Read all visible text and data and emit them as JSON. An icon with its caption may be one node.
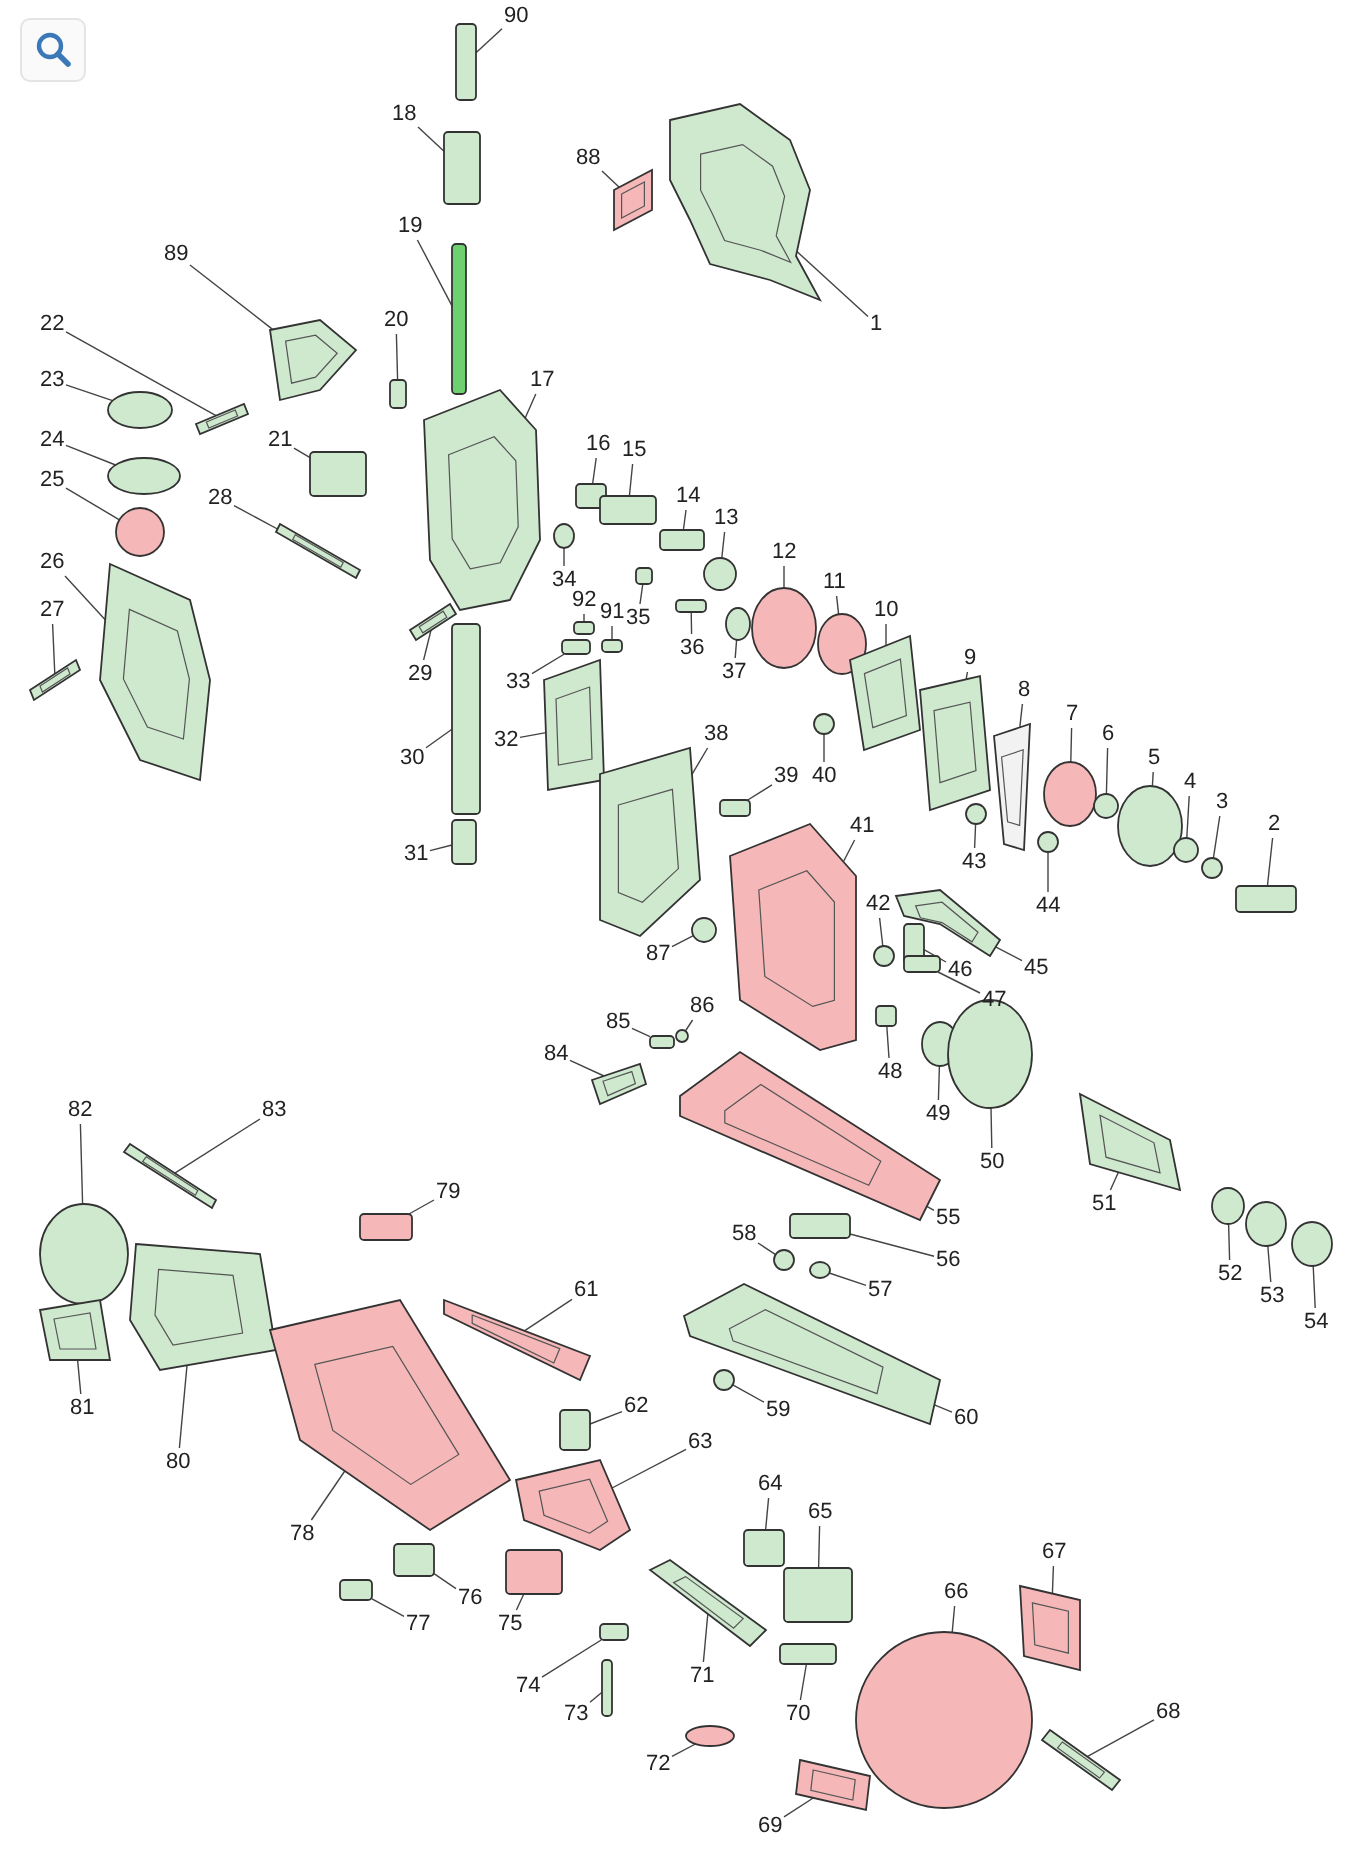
{
  "diagram": {
    "nodes": [
      {
        "text": [
          "90"
        ]
      },
      {
        "text": [
          "18"
        ]
      },
      {
        "text": [
          "88"
        ]
      },
      {
        "text": [
          "19"
        ]
      },
      {
        "text": [
          "1"
        ]
      },
      {
        "text": [
          "89"
        ]
      },
      {
        "text": [
          "20"
        ]
      },
      {
        "text": [
          "17"
        ]
      },
      {
        "text": [
          "22"
        ]
      },
      {
        "text": [
          "23"
        ]
      },
      {
        "text": [
          "24"
        ]
      },
      {
        "text": [
          "21"
        ]
      },
      {
        "text": [
          "25"
        ]
      },
      {
        "text": [
          "16"
        ]
      },
      {
        "text": [
          "15"
        ]
      },
      {
        "text": [
          "28"
        ]
      },
      {
        "text": [
          "14"
        ]
      },
      {
        "text": [
          "13"
        ]
      },
      {
        "text": [
          "12"
        ]
      },
      {
        "text": [
          "26"
        ]
      },
      {
        "text": [
          "11"
        ]
      },
      {
        "text": [
          "10"
        ]
      },
      {
        "text": [
          "27"
        ]
      },
      {
        "text": [
          "34"
        ]
      },
      {
        "text": [
          "92"
        ]
      },
      {
        "text": [
          "91"
        ]
      },
      {
        "text": [
          "35"
        ]
      },
      {
        "text": [
          "36"
        ]
      },
      {
        "text": [
          "37"
        ]
      },
      {
        "text": [
          "29"
        ]
      },
      {
        "text": [
          "33"
        ]
      },
      {
        "text": [
          "32"
        ]
      },
      {
        "text": [
          "30"
        ]
      },
      {
        "text": [
          "9"
        ]
      },
      {
        "text": [
          "8"
        ]
      },
      {
        "text": [
          "7"
        ]
      },
      {
        "text": [
          "6"
        ]
      },
      {
        "text": [
          "38"
        ]
      },
      {
        "text": [
          "5"
        ]
      },
      {
        "text": [
          "39"
        ]
      },
      {
        "text": [
          "40"
        ]
      },
      {
        "text": [
          "4"
        ]
      },
      {
        "text": [
          "3"
        ]
      },
      {
        "text": [
          "2"
        ]
      },
      {
        "text": [
          "31"
        ]
      },
      {
        "text": [
          "43"
        ]
      },
      {
        "text": [
          "41"
        ]
      },
      {
        "text": [
          "44"
        ]
      },
      {
        "text": [
          "42"
        ]
      },
      {
        "text": [
          "46"
        ]
      },
      {
        "text": [
          "45"
        ]
      },
      {
        "text": [
          "47"
        ]
      },
      {
        "text": [
          "87"
        ]
      },
      {
        "text": [
          "86"
        ]
      },
      {
        "text": [
          "85"
        ]
      },
      {
        "text": [
          "48"
        ]
      },
      {
        "text": [
          "84"
        ]
      },
      {
        "text": [
          "49"
        ]
      },
      {
        "text": [
          "50"
        ]
      },
      {
        "text": [
          "82"
        ]
      },
      {
        "text": [
          "83"
        ]
      },
      {
        "text": [
          "51"
        ]
      },
      {
        "text": [
          "55"
        ]
      },
      {
        "text": [
          "79"
        ]
      },
      {
        "text": [
          "58"
        ]
      },
      {
        "text": [
          "56"
        ]
      },
      {
        "text": [
          "57"
        ]
      },
      {
        "text": [
          "52"
        ]
      },
      {
        "text": [
          "53"
        ]
      },
      {
        "text": [
          "54"
        ]
      },
      {
        "text": [
          "61"
        ]
      },
      {
        "text": [
          "62"
        ]
      },
      {
        "text": [
          "63"
        ]
      },
      {
        "text": [
          "81"
        ]
      },
      {
        "text": [
          "59"
        ]
      },
      {
        "text": [
          "60"
        ]
      },
      {
        "text": [
          "80"
        ]
      },
      {
        "text": [
          "78"
        ]
      },
      {
        "text": [
          "64"
        ]
      },
      {
        "text": [
          "65"
        ]
      },
      {
        "text": [
          "67"
        ]
      },
      {
        "text": [
          "66"
        ]
      },
      {
        "text": [
          "75"
        ]
      },
      {
        "text": [
          "76"
        ]
      },
      {
        "text": [
          "77"
        ]
      },
      {
        "text": [
          "74"
        ]
      },
      {
        "text": [
          "71"
        ]
      },
      {
        "text": [
          "70"
        ]
      },
      {
        "text": [
          "73"
        ]
      },
      {
        "text": [
          "68"
        ]
      },
      {
        "text": [
          "72"
        ]
      },
      {
        "text": [
          "69"
        ]
      },
      {
        "text": [],
        "shape": "box"
      },
      {
        "text": [],
        "shape": "box"
      },
      {
        "text": [],
        "shape": "picture"
      },
      {
        "text": [],
        "shape": "box"
      },
      {
        "text": [],
        "shape": "picture"
      },
      {
        "text": [],
        "shape": "picture"
      },
      {
        "text": [],
        "shape": "box"
      },
      {
        "text": [],
        "shape": "picture"
      },
      {
        "text": [],
        "shape": "picture"
      },
      {
        "text": [],
        "shape": "circle"
      },
      {
        "text": [],
        "shape": "circle"
      },
      {
        "text": [],
        "shape": "box"
      },
      {
        "text": [],
        "shape": "circle"
      },
      {
        "text": [],
        "shape": "box"
      },
      {
        "text": [],
        "shape": "box"
      },
      {
        "text": [],
        "shape": "picture"
      },
      {
        "text": [],
        "shape": "box"
      },
      {
        "text": [],
        "shape": "circle"
      },
      {
        "text": [],
        "shape": "circle"
      },
      {
        "text": [],
        "shape": "picture"
      },
      {
        "text": [],
        "shape": "circle"
      },
      {
        "text": [],
        "shape": "picture"
      },
      {
        "text": [],
        "shape": "picture"
      },
      {
        "text": [],
        "shape": "circle"
      },
      {
        "text": [],
        "shape": "box"
      },
      {
        "text": [],
        "shape": "box"
      },
      {
        "text": [],
        "shape": "box"
      },
      {
        "text": [],
        "shape": "box"
      },
      {
        "text": [],
        "shape": "circle"
      },
      {
        "text": [],
        "shape": "picture"
      },
      {
        "text": [],
        "shape": "box"
      },
      {
        "text": [],
        "shape": "picture"
      },
      {
        "text": [],
        "shape": "box"
      },
      {
        "text": [],
        "shape": "picture"
      },
      {
        "text": [],
        "shape": "picture"
      },
      {
        "text": [],
        "shape": "circle"
      },
      {
        "text": [],
        "shape": "circle"
      },
      {
        "text": [],
        "shape": "picture"
      },
      {
        "text": [],
        "shape": "circle"
      },
      {
        "text": [],
        "shape": "box"
      },
      {
        "text": [],
        "shape": "circle"
      },
      {
        "text": [],
        "shape": "circle"
      },
      {
        "text": [],
        "shape": "circle"
      },
      {
        "text": [],
        "shape": "box"
      },
      {
        "text": [],
        "shape": "box"
      },
      {
        "text": [],
        "shape": "circle"
      },
      {
        "text": [],
        "shape": "picture"
      },
      {
        "text": [],
        "shape": "circle"
      },
      {
        "text": [],
        "shape": "circle"
      },
      {
        "text": [],
        "shape": "box"
      },
      {
        "text": [],
        "shape": "picture"
      },
      {
        "text": [],
        "shape": "box"
      },
      {
        "text": [],
        "shape": "circle"
      },
      {
        "text": [],
        "shape": "circle"
      },
      {
        "text": [],
        "shape": "box"
      },
      {
        "text": [],
        "shape": "box"
      },
      {
        "text": [],
        "shape": "picture"
      },
      {
        "text": [],
        "shape": "circle"
      },
      {
        "text": [],
        "shape": "circle"
      },
      {
        "text": [],
        "shape": "circle"
      },
      {
        "text": [],
        "shape": "picture"
      },
      {
        "text": [],
        "shape": "picture"
      },
      {
        "text": [],
        "shape": "picture"
      },
      {
        "text": [],
        "shape": "box"
      },
      {
        "text": [],
        "shape": "circle"
      },
      {
        "text": [],
        "shape": "box"
      },
      {
        "text": [],
        "shape": "circle"
      },
      {
        "text": [],
        "shape": "circle"
      },
      {
        "text": [],
        "shape": "circle"
      },
      {
        "text": [],
        "shape": "circle"
      },
      {
        "text": [],
        "shape": "picture"
      },
      {
        "text": [],
        "shape": "box"
      },
      {
        "text": [],
        "shape": "picture"
      },
      {
        "text": [],
        "shape": "picture"
      },
      {
        "text": [],
        "shape": "circle"
      },
      {
        "text": [],
        "shape": "picture"
      },
      {
        "text": [],
        "shape": "picture"
      },
      {
        "text": [],
        "shape": "picture"
      },
      {
        "text": [],
        "shape": "box"
      },
      {
        "text": [],
        "shape": "box"
      },
      {
        "text": [],
        "shape": "picture"
      },
      {
        "text": [],
        "shape": "circle"
      },
      {
        "text": [],
        "shape": "box"
      },
      {
        "text": [],
        "shape": "box"
      },
      {
        "text": [],
        "shape": "box"
      },
      {
        "text": [],
        "shape": "box"
      },
      {
        "text": [],
        "shape": "picture"
      },
      {
        "text": [],
        "shape": "box"
      },
      {
        "text": [],
        "shape": "box"
      },
      {
        "text": [],
        "shape": "picture"
      },
      {
        "text": [],
        "shape": "circle"
      },
      {
        "text": [],
        "shape": "picture"
      }
    ],
    "edges": [
      {
        "from": 0,
        "to": 92,
        "arrow": "none"
      },
      {
        "from": 1,
        "to": 93,
        "arrow": "none"
      },
      {
        "from": 2,
        "to": 94,
        "arrow": "none"
      },
      {
        "from": 3,
        "to": 95,
        "arrow": "none"
      },
      {
        "from": 4,
        "to": 96,
        "arrow": "none"
      },
      {
        "from": 5,
        "to": 97,
        "arrow": "none"
      },
      {
        "from": 6,
        "to": 98,
        "arrow": "none"
      },
      {
        "from": 7,
        "to": 99,
        "arrow": "none"
      },
      {
        "from": 8,
        "to": 100,
        "arrow": "none"
      },
      {
        "from": 9,
        "to": 101,
        "arrow": "none"
      },
      {
        "from": 10,
        "to": 102,
        "arrow": "none"
      },
      {
        "from": 11,
        "to": 103,
        "arrow": "none"
      },
      {
        "from": 12,
        "to": 104,
        "arrow": "none"
      },
      {
        "from": 13,
        "to": 105,
        "arrow": "none"
      },
      {
        "from": 14,
        "to": 106,
        "arrow": "none"
      },
      {
        "from": 15,
        "to": 107,
        "arrow": "none"
      },
      {
        "from": 16,
        "to": 108,
        "arrow": "none"
      },
      {
        "from": 17,
        "to": 109,
        "arrow": "none"
      },
      {
        "from": 18,
        "to": 110,
        "arrow": "none"
      },
      {
        "from": 19,
        "to": 111,
        "arrow": "none"
      },
      {
        "from": 20,
        "to": 112,
        "arrow": "none"
      },
      {
        "from": 21,
        "to": 113,
        "arrow": "none"
      },
      {
        "from": 22,
        "to": 114,
        "arrow": "none"
      },
      {
        "from": 23,
        "to": 115,
        "arrow": "none"
      },
      {
        "from": 24,
        "to": 116,
        "arrow": "none"
      },
      {
        "from": 25,
        "to": 117,
        "arrow": "none"
      },
      {
        "from": 26,
        "to": 118,
        "arrow": "none"
      },
      {
        "from": 27,
        "to": 119,
        "arrow": "none"
      },
      {
        "from": 28,
        "to": 120,
        "arrow": "none"
      },
      {
        "from": 29,
        "to": 121,
        "arrow": "none"
      },
      {
        "from": 30,
        "to": 122,
        "arrow": "none"
      },
      {
        "from": 31,
        "to": 123,
        "arrow": "none"
      },
      {
        "from": 32,
        "to": 124,
        "arrow": "none"
      },
      {
        "from": 33,
        "to": 125,
        "arrow": "none"
      },
      {
        "from": 34,
        "to": 126,
        "arrow": "none"
      },
      {
        "from": 35,
        "to": 127,
        "arrow": "none"
      },
      {
        "from": 36,
        "to": 128,
        "arrow": "none"
      },
      {
        "from": 37,
        "to": 129,
        "arrow": "none"
      },
      {
        "from": 38,
        "to": 130,
        "arrow": "none"
      },
      {
        "from": 39,
        "to": 131,
        "arrow": "none"
      },
      {
        "from": 40,
        "to": 132,
        "arrow": "none"
      },
      {
        "from": 41,
        "to": 133,
        "arrow": "none"
      },
      {
        "from": 42,
        "to": 134,
        "arrow": "none"
      },
      {
        "from": 43,
        "to": 135,
        "arrow": "none"
      },
      {
        "from": 44,
        "to": 136,
        "arrow": "none"
      },
      {
        "from": 45,
        "to": 137,
        "arrow": "none"
      },
      {
        "from": 46,
        "to": 138,
        "arrow": "none"
      },
      {
        "from": 47,
        "to": 139,
        "arrow": "none"
      },
      {
        "from": 48,
        "to": 140,
        "arrow": "none"
      },
      {
        "from": 49,
        "to": 141,
        "arrow": "none"
      },
      {
        "from": 50,
        "to": 142,
        "arrow": "none"
      },
      {
        "from": 51,
        "to": 143,
        "arrow": "none"
      },
      {
        "from": 52,
        "to": 144,
        "arrow": "none"
      },
      {
        "from": 53,
        "to": 145,
        "arrow": "none"
      },
      {
        "from": 54,
        "to": 146,
        "arrow": "none"
      },
      {
        "from": 55,
        "to": 147,
        "arrow": "none"
      },
      {
        "from": 56,
        "to": 148,
        "arrow": "none"
      },
      {
        "from": 57,
        "to": 149,
        "arrow": "none"
      },
      {
        "from": 58,
        "to": 150,
        "arrow": "none"
      },
      {
        "from": 59,
        "to": 151,
        "arrow": "none"
      },
      {
        "from": 60,
        "to": 152,
        "arrow": "none"
      },
      {
        "from": 61,
        "to": 153,
        "arrow": "none"
      },
      {
        "from": 62,
        "to": 154,
        "arrow": "none"
      },
      {
        "from": 63,
        "to": 155,
        "arrow": "none"
      },
      {
        "from": 64,
        "to": 156,
        "arrow": "none"
      },
      {
        "from": 65,
        "to": 157,
        "arrow": "none"
      },
      {
        "from": 66,
        "to": 158,
        "arrow": "none"
      },
      {
        "from": 67,
        "to": 159,
        "arrow": "none"
      },
      {
        "from": 68,
        "to": 160,
        "arrow": "none"
      },
      {
        "from": 69,
        "to": 161,
        "arrow": "none"
      },
      {
        "from": 70,
        "to": 162,
        "arrow": "none"
      },
      {
        "from": 71,
        "to": 163,
        "arrow": "none"
      },
      {
        "from": 72,
        "to": 164,
        "arrow": "none"
      },
      {
        "from": 73,
        "to": 165,
        "arrow": "none"
      },
      {
        "from": 74,
        "to": 166,
        "arrow": "none"
      },
      {
        "from": 75,
        "to": 167,
        "arrow": "none"
      },
      {
        "from": 76,
        "to": 168,
        "arrow": "none"
      },
      {
        "from": 77,
        "to": 169,
        "arrow": "none"
      },
      {
        "from": 78,
        "to": 170,
        "arrow": "none"
      },
      {
        "from": 79,
        "to": 171,
        "arrow": "none"
      },
      {
        "from": 80,
        "to": 172,
        "arrow": "none"
      },
      {
        "from": 81,
        "to": 173,
        "arrow": "none"
      },
      {
        "from": 82,
        "to": 174,
        "arrow": "none"
      },
      {
        "from": 83,
        "to": 175,
        "arrow": "none"
      },
      {
        "from": 84,
        "to": 176,
        "arrow": "none"
      },
      {
        "from": 85,
        "to": 177,
        "arrow": "none"
      },
      {
        "from": 86,
        "to": 178,
        "arrow": "none"
      },
      {
        "from": 87,
        "to": 179,
        "arrow": "none"
      },
      {
        "from": 88,
        "to": 180,
        "arrow": "none"
      },
      {
        "from": 89,
        "to": 181,
        "arrow": "none"
      },
      {
        "from": 90,
        "to": 182,
        "arrow": "none"
      },
      {
        "from": 91,
        "to": 183,
        "arrow": "none"
      }
    ]
  }
}
